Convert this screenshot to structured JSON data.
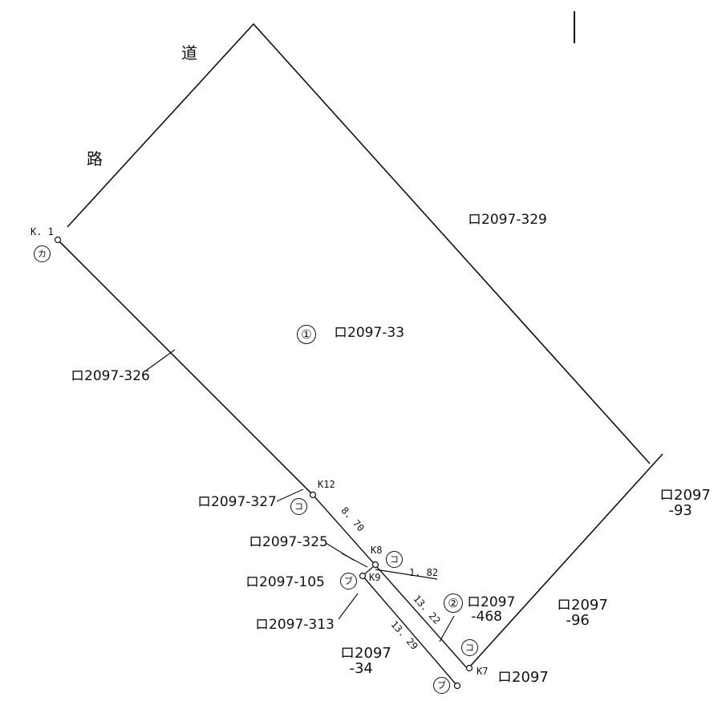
{
  "road": {
    "char1": "道",
    "char2": "路"
  },
  "parcels": {
    "main_number": "①",
    "main": "ロ2097-33",
    "p329": "ロ2097-329",
    "p326": "ロ2097-326",
    "p327": "ロ2097-327",
    "p325": "ロ2097-325",
    "p105": "ロ2097-105",
    "p313": "ロ2097-313",
    "p93": "ロ2097\n  -93",
    "p96": "ロ2097\n  -96",
    "p468_number": "②",
    "p468": "ロ2097\n -468",
    "p34": "ロ2097\n  -34",
    "p_bottom": "ロ2097"
  },
  "points": {
    "k1": "K. 1",
    "k12": "K12",
    "k8": "K8",
    "k9": "K9",
    "k7": "K7"
  },
  "markers": {
    "ka": "カ",
    "ko": "コ",
    "bu": "ブ"
  },
  "distances": {
    "d870": "8. 70",
    "d182": "1. 82",
    "d1322": "13. 22",
    "d1329": "13. 29"
  }
}
